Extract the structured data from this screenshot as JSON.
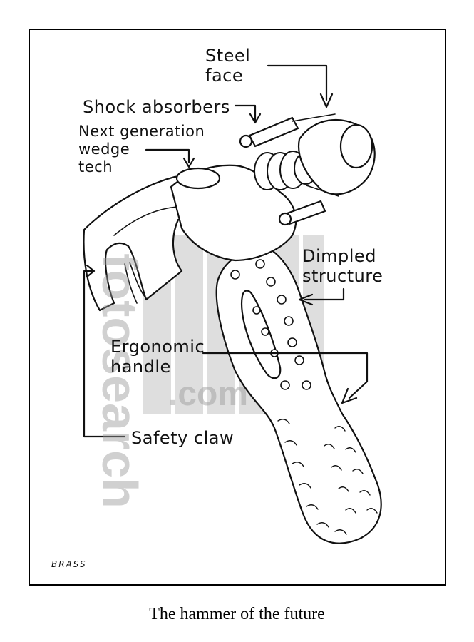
{
  "labels": {
    "steel_face": "Steel\nface",
    "shock_absorbers": "Shock absorbers",
    "wedge_tech": "Next generation\nwedge\ntech",
    "dimpled": "Dimpled\nstructure",
    "ergonomic": "Ergonomic\nhandle",
    "safety_claw": "Safety claw"
  },
  "watermark": {
    "brand": "fotosearch",
    "domain": ".com"
  },
  "signature": "BRASS",
  "caption": "The hammer of the future",
  "colors": {
    "ink": "#111111",
    "paper": "#ffffff",
    "watermark": "#969696"
  }
}
